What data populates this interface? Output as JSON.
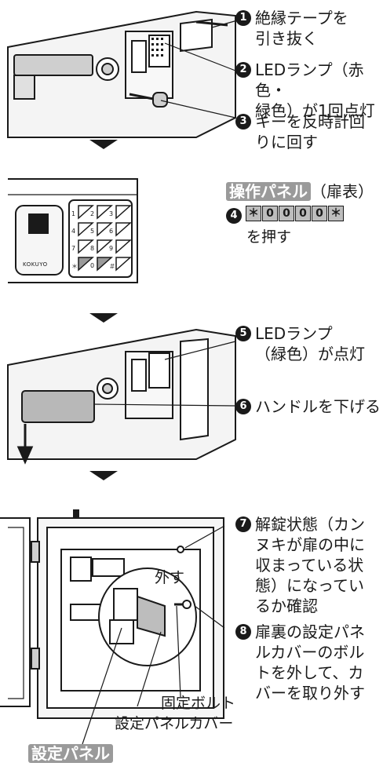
{
  "steps": [
    {
      "num": "1",
      "text": "絶縁テープを\n引き抜く"
    },
    {
      "num": "2",
      "text": "LEDランプ（赤色・\n緑色）が1回点灯"
    },
    {
      "num": "3",
      "text": "キーを反時計回\nりに回す"
    },
    {
      "num": "4",
      "text": "を押す"
    },
    {
      "num": "5",
      "text": "LEDランプ\n（緑色）が点灯"
    },
    {
      "num": "6",
      "text": "ハンドルを下げる"
    },
    {
      "num": "7",
      "text": "解錠状態（カン\nヌキが扉の中に\n収まっている状\n態）になってい\nるか確認"
    },
    {
      "num": "8",
      "text": "扉裏の設定パネ\nルカバーのボル\nトを外して、カ\nバーを取り外す"
    }
  ],
  "panel_front": {
    "label": "操作パネル",
    "suffix": "（扉表）"
  },
  "code_keys": [
    "＊",
    "0",
    "0",
    "0",
    "0",
    "＊"
  ],
  "keypad": [
    "1",
    "2",
    "3",
    "4",
    "5",
    "6",
    "7",
    "8",
    "9",
    "＊",
    "0",
    "＃"
  ],
  "brand": "KOKUYO",
  "labels": {
    "remove": "外す",
    "fixing_bolt": "固定ボルト",
    "cover": "設定パネルカバー",
    "setting_panel": "設定パネル"
  }
}
